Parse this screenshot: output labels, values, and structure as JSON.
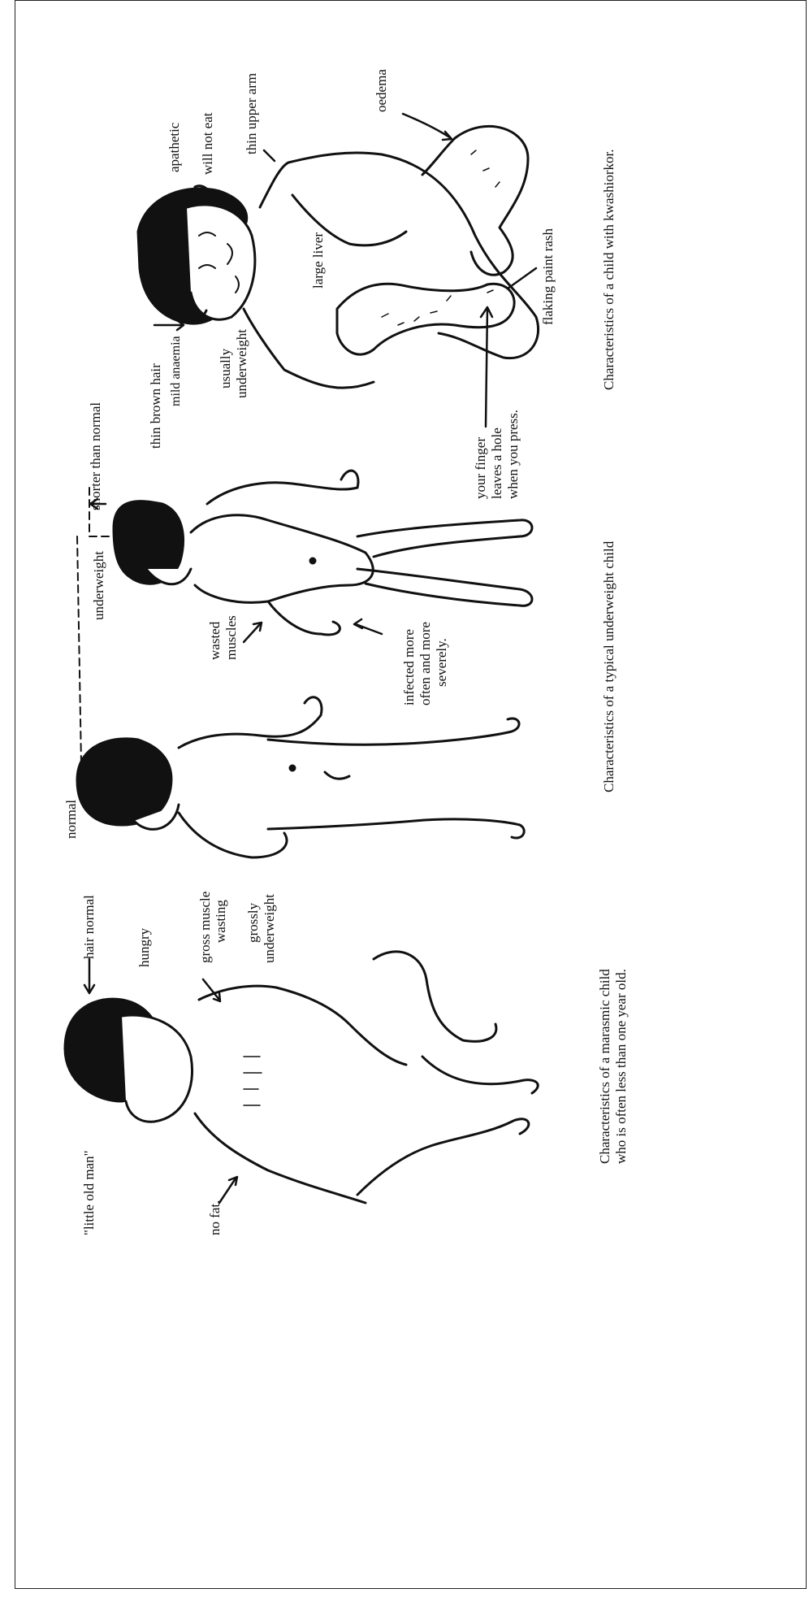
{
  "figures": [
    {
      "id": "kwashiorkor",
      "caption": "Characteristics of a child with kwashiorkor.",
      "labels": {
        "apathetic": "apathetic",
        "will_not_eat": "will not eat",
        "thin_upper_arm": "thin upper arm",
        "oedema": "oedema",
        "large_liver": "large liver",
        "thin_brown_hair": "thin brown hair",
        "mild_anaemia": "mild anaemia",
        "usually": "usually",
        "underweight": "underweight",
        "flaking_paint_rash": "flaking paint rash",
        "finger_line1": "your finger",
        "finger_line2": "leaves a hole",
        "finger_line3": "when you press."
      }
    },
    {
      "id": "underweight",
      "caption": "Characteristics of a typical underweight child",
      "labels": {
        "shorter_than_normal": "shorter than normal",
        "underweight": "underweight",
        "wasted": "wasted",
        "muscles": "muscles",
        "infected_line1": "infected more",
        "infected_line2": "often and more",
        "infected_line3": "severely.",
        "normal": "normal"
      }
    },
    {
      "id": "marasmus",
      "caption_line1": "Characteristics of a marasmic child",
      "caption_line2": "who is often less than one year old.",
      "labels": {
        "hair_normal": "hair normal",
        "hungry": "hungry",
        "gross_muscle": "gross muscle",
        "wasting": "wasting",
        "grossly": "grossly",
        "underweight": "underweight",
        "little_old_man": "\"little old man\"",
        "no_fat": "no fat."
      }
    }
  ]
}
